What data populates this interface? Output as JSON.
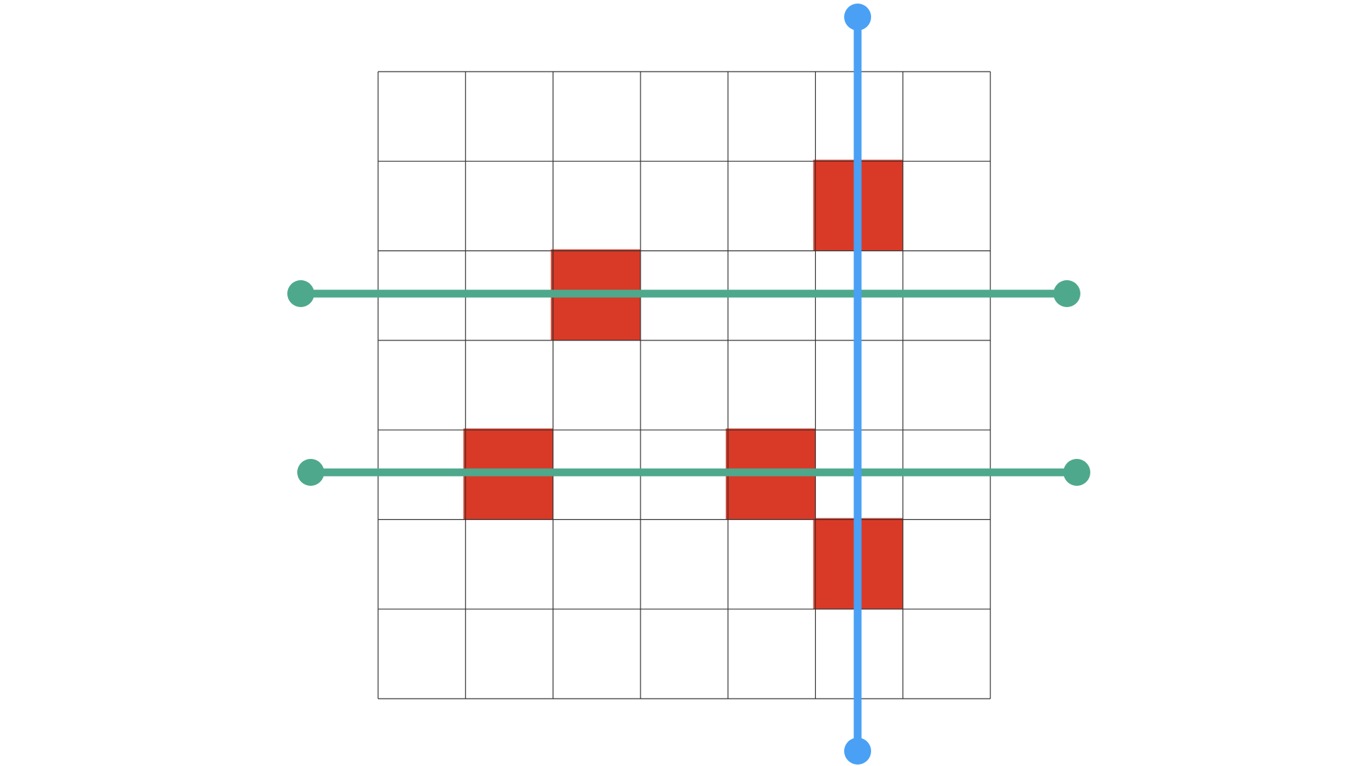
{
  "grid": {
    "rows": 7,
    "cols": 7,
    "line_color": "#333333",
    "background": "#ffffff"
  },
  "cells": {
    "fill": "#d93a27",
    "filled": [
      {
        "row": 1,
        "col": 5
      },
      {
        "row": 2,
        "col": 2
      },
      {
        "row": 4,
        "col": 1
      },
      {
        "row": 4,
        "col": 4
      },
      {
        "row": 5,
        "col": 5
      }
    ]
  },
  "lines": {
    "horizontal": {
      "color": "#4ea88c",
      "count": 2
    },
    "vertical": {
      "color": "#4aa0f5",
      "count": 1
    }
  }
}
